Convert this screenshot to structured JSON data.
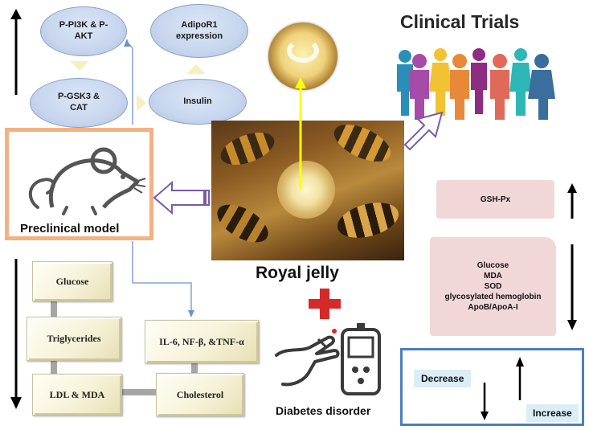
{
  "pathway": {
    "node_pi3k": "P-PI3K & P-AKT",
    "node_adipor1": "AdipoR1 expression",
    "node_gsk3": "P-GSK3 & CAT",
    "node_insulin": "Insulin"
  },
  "clinical": {
    "title": "Clinical Trials"
  },
  "preclinical": {
    "label": "Preclinical model"
  },
  "center": {
    "label": "Royal jelly"
  },
  "diabetes": {
    "label": "Diabetes disorder"
  },
  "markers_left": [
    "Glucose",
    "Triglycerides",
    "LDL & MDA",
    "Cholesterol",
    "IL-6, NF-β, &TNF-α"
  ],
  "markers_right": {
    "increase_item": "GSH-Px",
    "decrease_items": [
      "Glucose",
      "MDA",
      "SOD",
      "glycosylated hemoglobin",
      "ApoB/ApoA-I"
    ]
  },
  "legend": {
    "decrease": "Decrease",
    "increase": "Increase"
  },
  "colors": {
    "preclinical_border": "#f4b183",
    "legend_border": "#4a7fc1",
    "plus": "#d42a2a",
    "pointer": "#ffff00",
    "outline_arrow": "#7b5aa6",
    "connector": "#6d93c6"
  }
}
